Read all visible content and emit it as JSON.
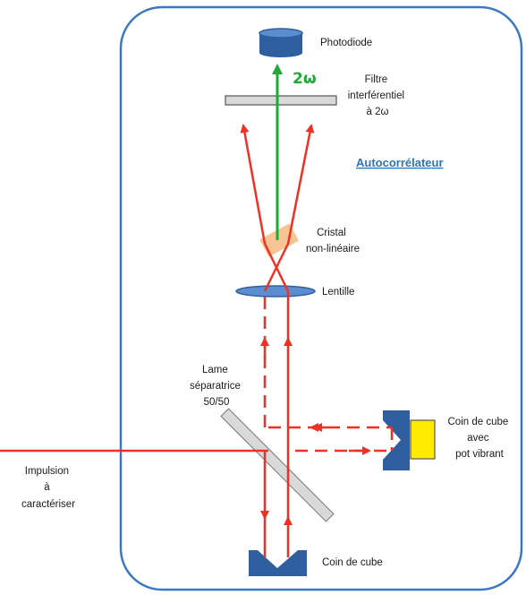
{
  "title": "Autocorrélateur",
  "harmonic_label": "2ω",
  "components": {
    "photodiode": "Photodiode",
    "filter": [
      "Filtre",
      "interférentiel",
      "à 2ω"
    ],
    "crystal": [
      "Cristal",
      "non-linéaire"
    ],
    "lens": "Lentille",
    "beamsplitter": [
      "Lame",
      "séparatrice",
      "50/50"
    ],
    "corner_cube_vibrating": [
      "Coin de cube",
      "avec",
      "pot vibrant"
    ],
    "input_pulse": [
      "Impulsion",
      "à",
      "caractériser"
    ],
    "corner_cube_fixed": "Coin de cube"
  },
  "colors": {
    "beam": "#ee3124",
    "harmonic_beam": "#22a83a",
    "enclosure": "#3a78c2",
    "optics_blue": "#2f5f9e",
    "crystal": "#f6bf87",
    "piezo": "#ffea00",
    "title": "#2e74b5"
  }
}
